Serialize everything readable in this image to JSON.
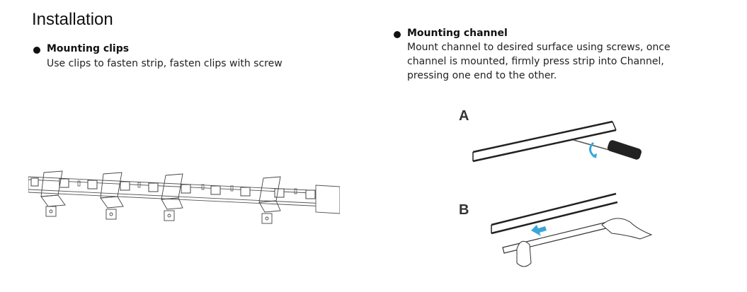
{
  "page": {
    "title": "Installation"
  },
  "sections": [
    {
      "heading": "Mounting clips",
      "text": "Use clips to fasten strip, fasten clips with screw"
    },
    {
      "heading": "Mounting channel",
      "lines": [
        "Mount channel to desired surface using screws, once",
        "channel is mounted, firmly press strip into Channel,",
        "pressing one end to the other."
      ]
    }
  ],
  "figures": {
    "step_a_label": "A",
    "step_b_label": "B"
  },
  "colors": {
    "arrow_accent": "#3aa6d8"
  }
}
